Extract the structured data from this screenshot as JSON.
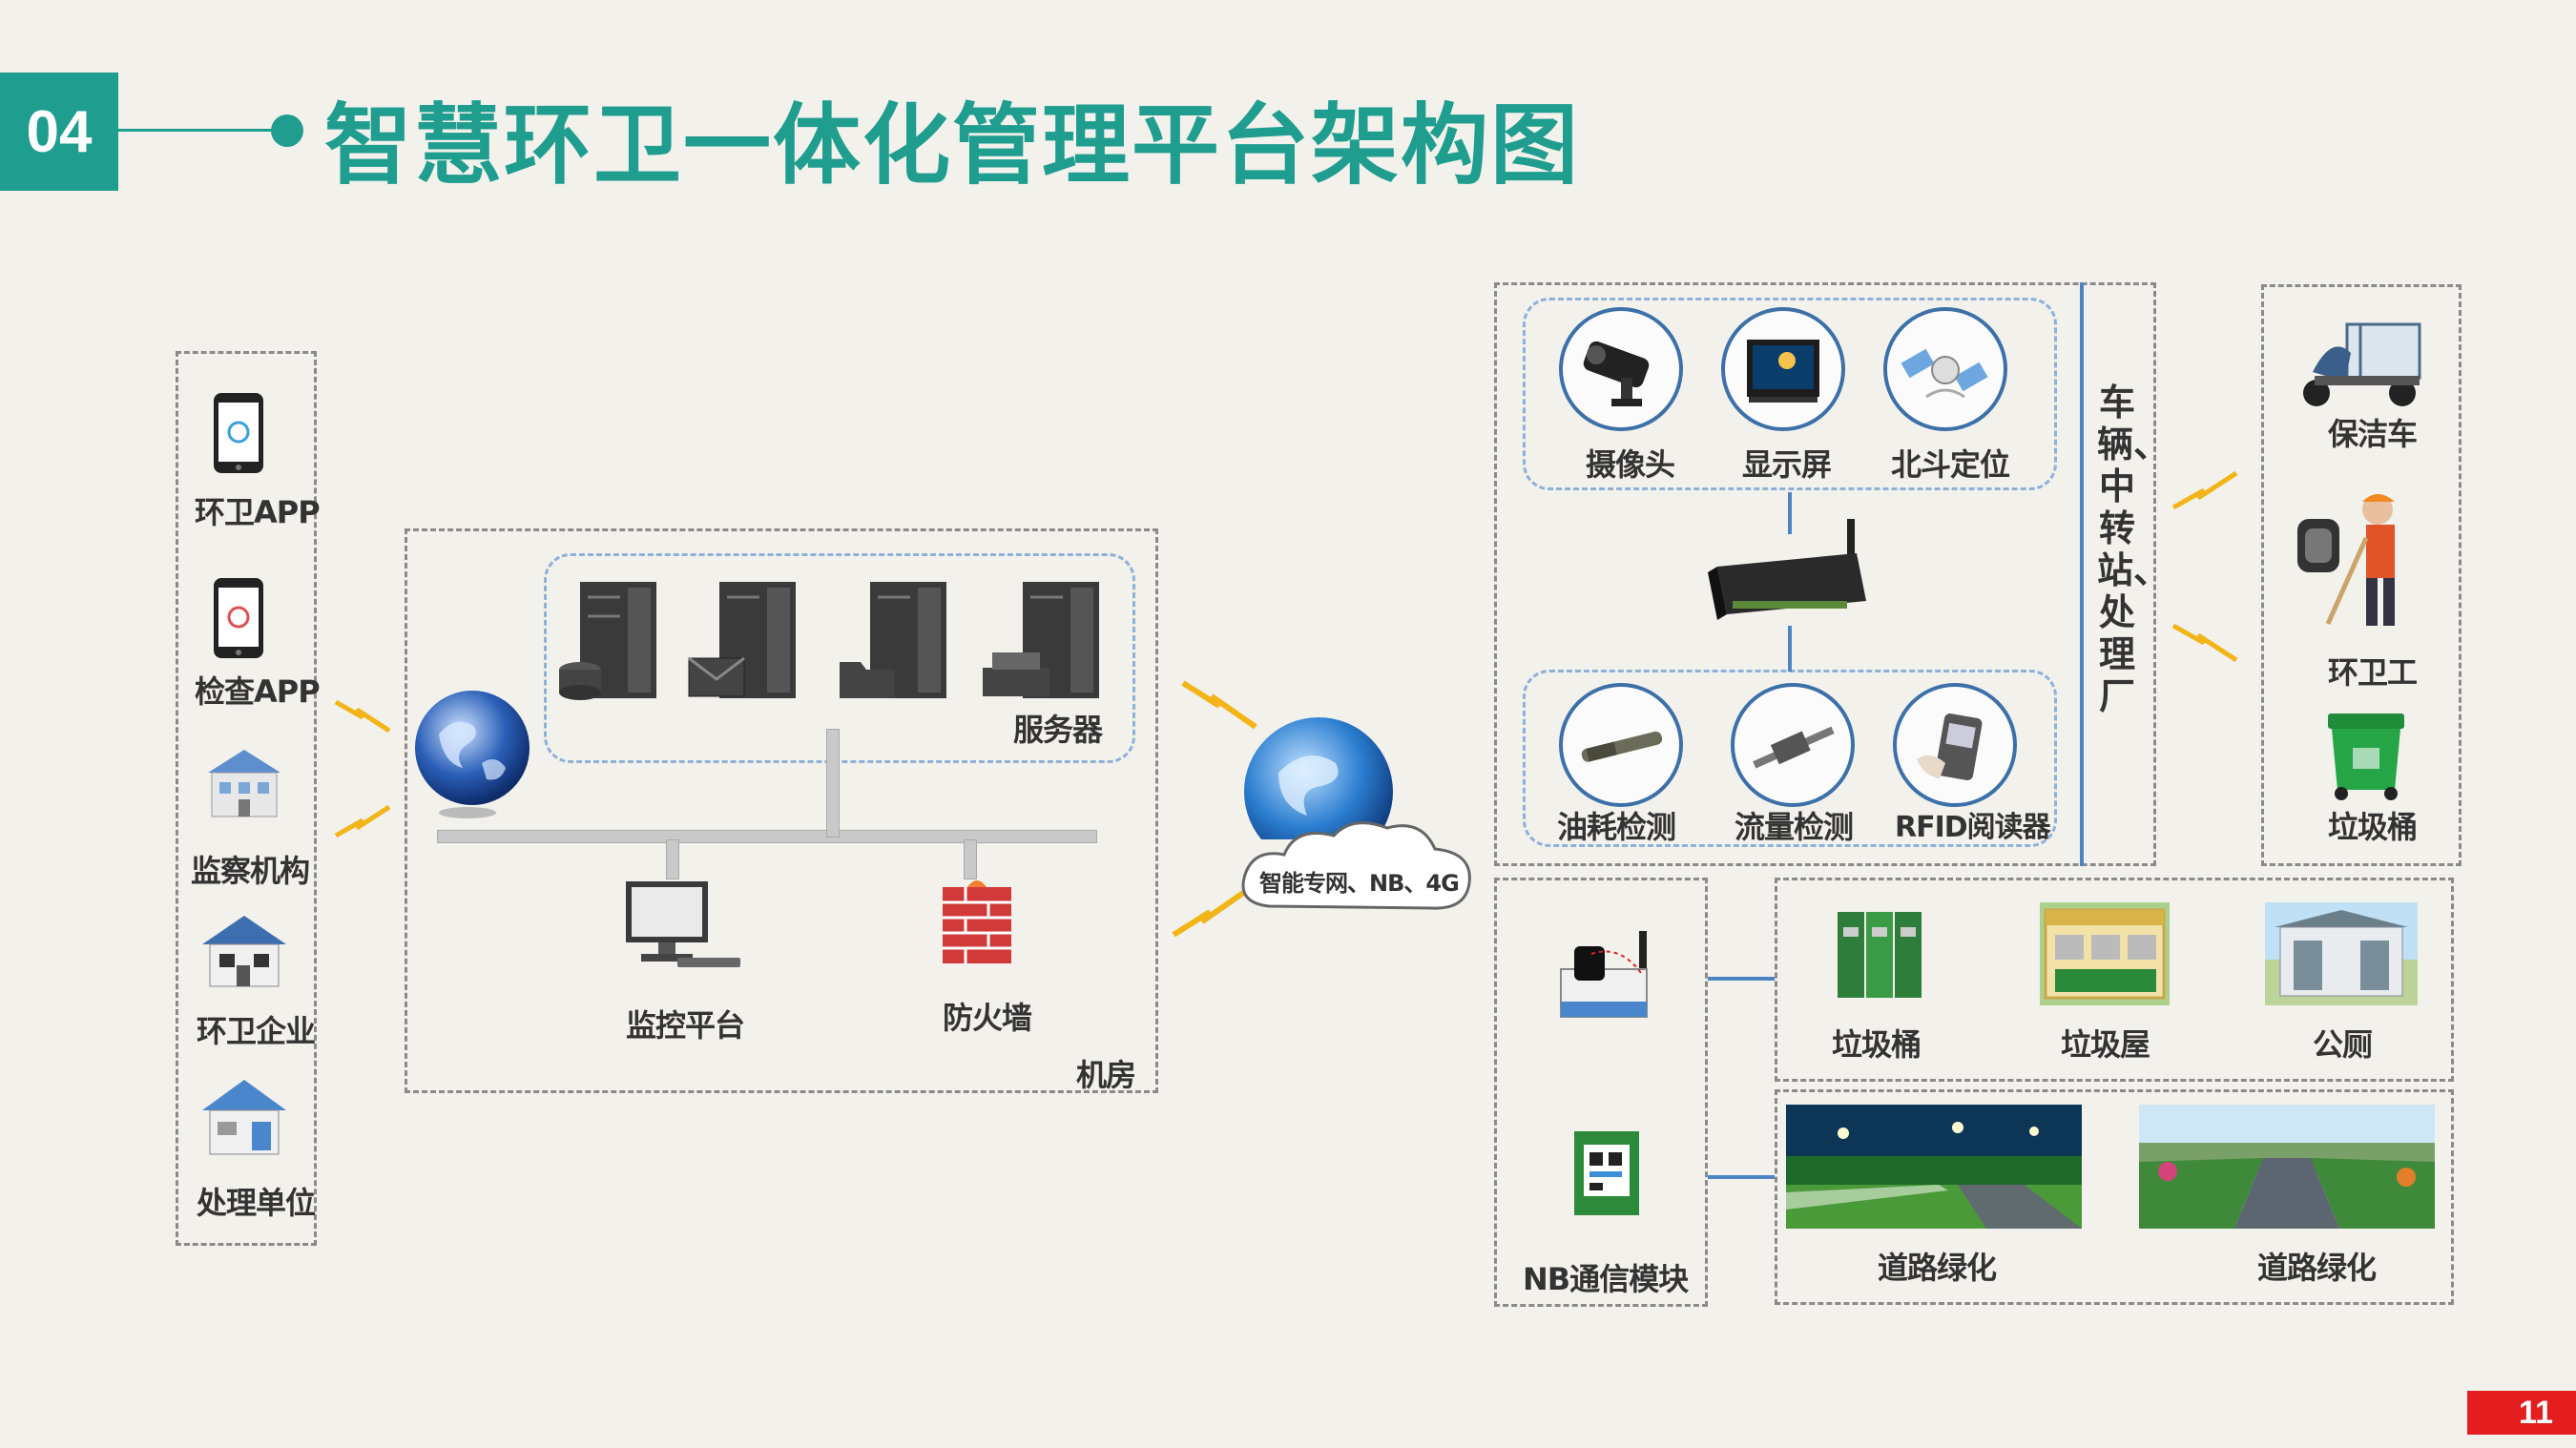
{
  "header": {
    "section_number": "04",
    "title": "智慧环卫一体化管理平台架构图",
    "accent_color": "#1f9d8f"
  },
  "left_column": {
    "items": [
      {
        "label": "环卫APP",
        "icon": "phone-icon"
      },
      {
        "label": "检查APP",
        "icon": "phone-icon"
      },
      {
        "label": "监察机构",
        "icon": "building-icon"
      },
      {
        "label": "环卫企业",
        "icon": "house-icon"
      },
      {
        "label": "处理单位",
        "icon": "house-icon"
      }
    ]
  },
  "machine_room": {
    "label": "机房",
    "servers_label": "服务器",
    "monitor_label": "监控平台",
    "firewall_label": "防火墙"
  },
  "network": {
    "cloud_label": "智能专网、NB、4G"
  },
  "vehicle_station": {
    "vertical_label": "车辆、中转站、处理厂",
    "top_devices": [
      {
        "label": "摄像头",
        "icon": "camera-icon"
      },
      {
        "label": "显示屏",
        "icon": "screen-icon"
      },
      {
        "label": "北斗定位",
        "icon": "satellite-icon"
      }
    ],
    "bottom_devices": [
      {
        "label": "油耗检测",
        "icon": "fuel-sensor-icon"
      },
      {
        "label": "流量检测",
        "icon": "flow-sensor-icon"
      },
      {
        "label": "RFID阅读器",
        "icon": "rfid-reader-icon"
      }
    ]
  },
  "right_column": {
    "items": [
      {
        "label": "保洁车",
        "icon": "cleaning-vehicle-icon"
      },
      {
        "label": "环卫工",
        "icon": "sanitation-worker-icon"
      },
      {
        "label": "垃圾桶",
        "icon": "trash-bin-icon"
      }
    ]
  },
  "nb_module": {
    "label": "NB通信模块"
  },
  "facilities": [
    {
      "label": "垃圾桶",
      "icon": "sorting-bins-icon"
    },
    {
      "label": "垃圾屋",
      "icon": "garbage-house-icon"
    },
    {
      "label": "公厕",
      "icon": "public-toilet-icon"
    }
  ],
  "greening": [
    {
      "label": "道路绿化"
    },
    {
      "label": "道路绿化"
    }
  ],
  "page_number": "11"
}
